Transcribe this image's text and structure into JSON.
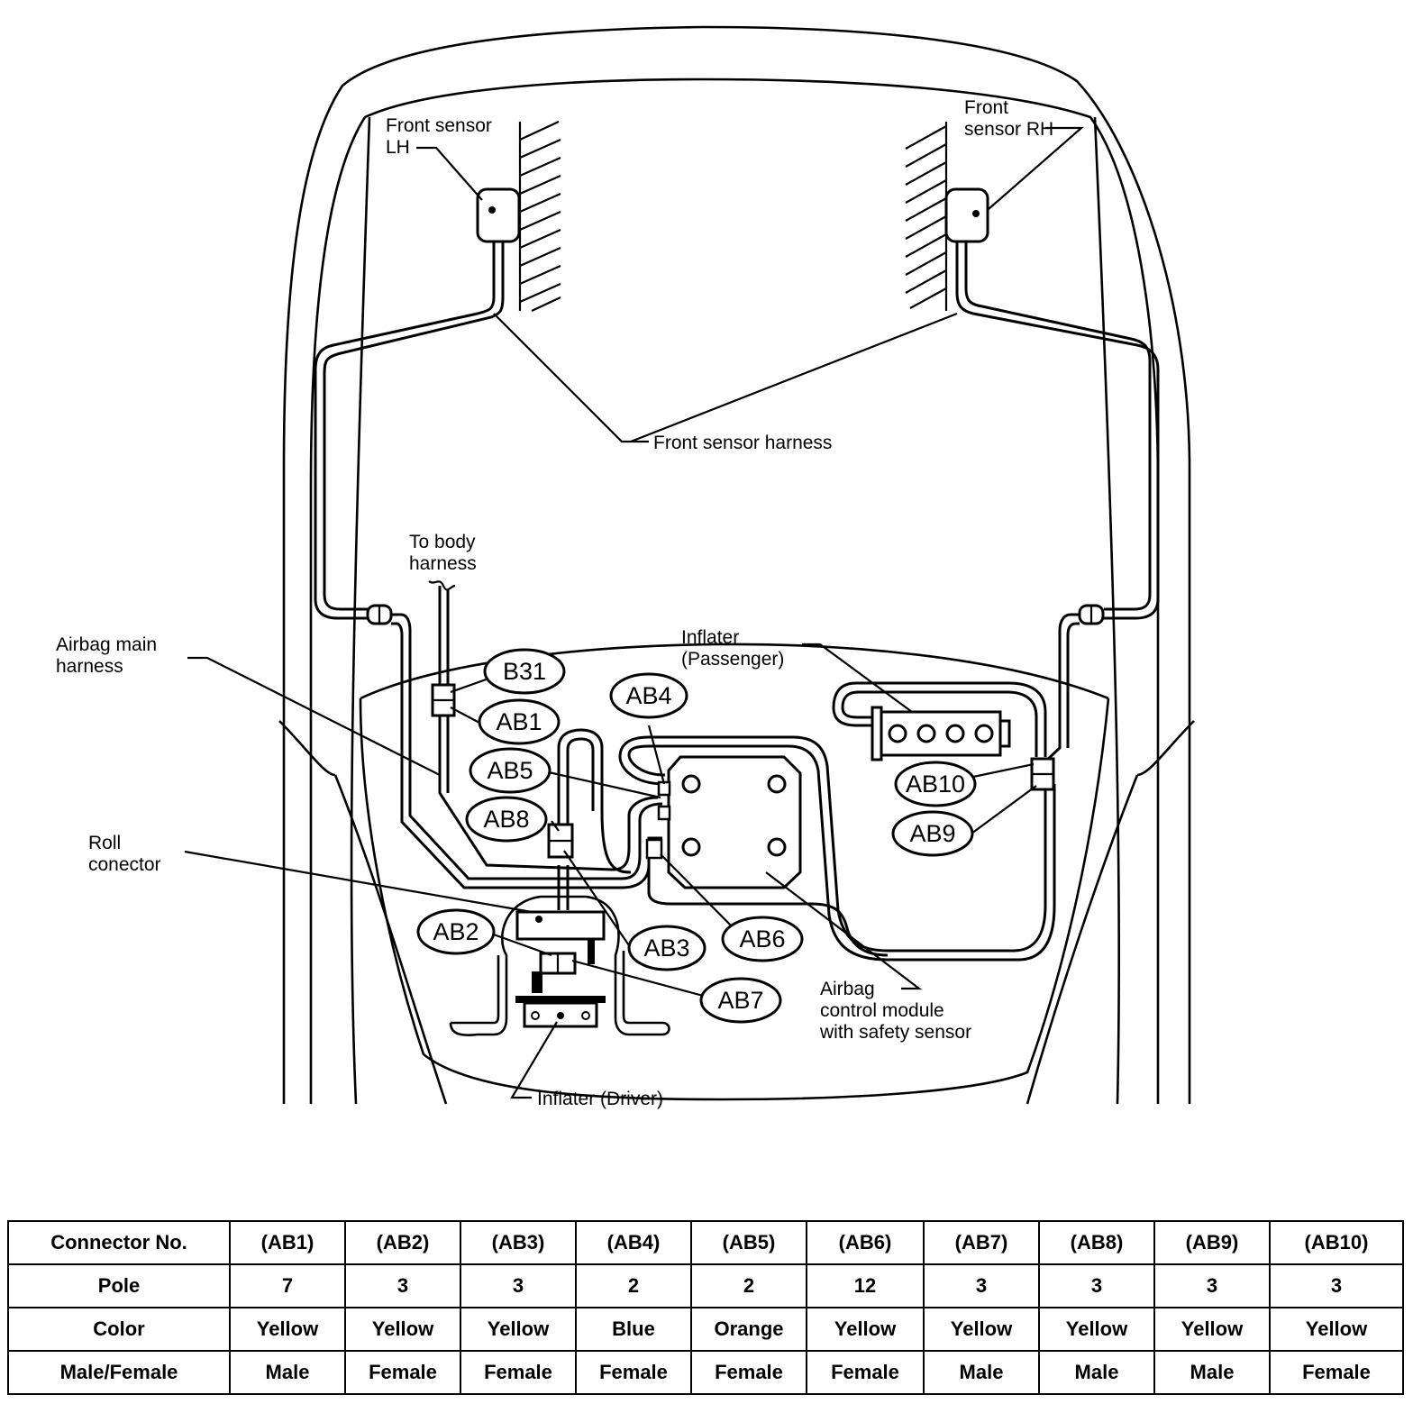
{
  "labels": {
    "front_sensor_lh": [
      "Front sensor",
      "LH"
    ],
    "front_sensor_rh": [
      "Front",
      "sensor RH"
    ],
    "front_sensor_harness": "Front sensor harness",
    "to_body_harness": [
      "To body",
      "harness"
    ],
    "airbag_main_harness": [
      "Airbag main",
      "harness"
    ],
    "inflater_passenger": [
      "Inflater",
      "(Passenger)"
    ],
    "roll_connector": [
      "Roll",
      "conector"
    ],
    "airbag_control_module": [
      "Airbag",
      "control module",
      "with safety sensor"
    ],
    "inflater_driver": "Inflater (Driver)"
  },
  "connectors": {
    "B31": "B31",
    "AB1": "AB1",
    "AB2": "AB2",
    "AB3": "AB3",
    "AB4": "AB4",
    "AB5": "AB5",
    "AB6": "AB6",
    "AB7": "AB7",
    "AB8": "AB8",
    "AB9": "AB9",
    "AB10": "AB10"
  },
  "table": {
    "headers": [
      "Connector No.",
      "(AB1)",
      "(AB2)",
      "(AB3)",
      "(AB4)",
      "(AB5)",
      "(AB6)",
      "(AB7)",
      "(AB8)",
      "(AB9)",
      "(AB10)"
    ],
    "rows": [
      [
        "Pole",
        "7",
        "3",
        "3",
        "2",
        "2",
        "12",
        "3",
        "3",
        "3",
        "3"
      ],
      [
        "Color",
        "Yellow",
        "Yellow",
        "Yellow",
        "Blue",
        "Orange",
        "Yellow",
        "Yellow",
        "Yellow",
        "Yellow",
        "Yellow"
      ],
      [
        "Male/Female",
        "Male",
        "Female",
        "Female",
        "Female",
        "Female",
        "Female",
        "Male",
        "Male",
        "Male",
        "Female"
      ]
    ]
  }
}
